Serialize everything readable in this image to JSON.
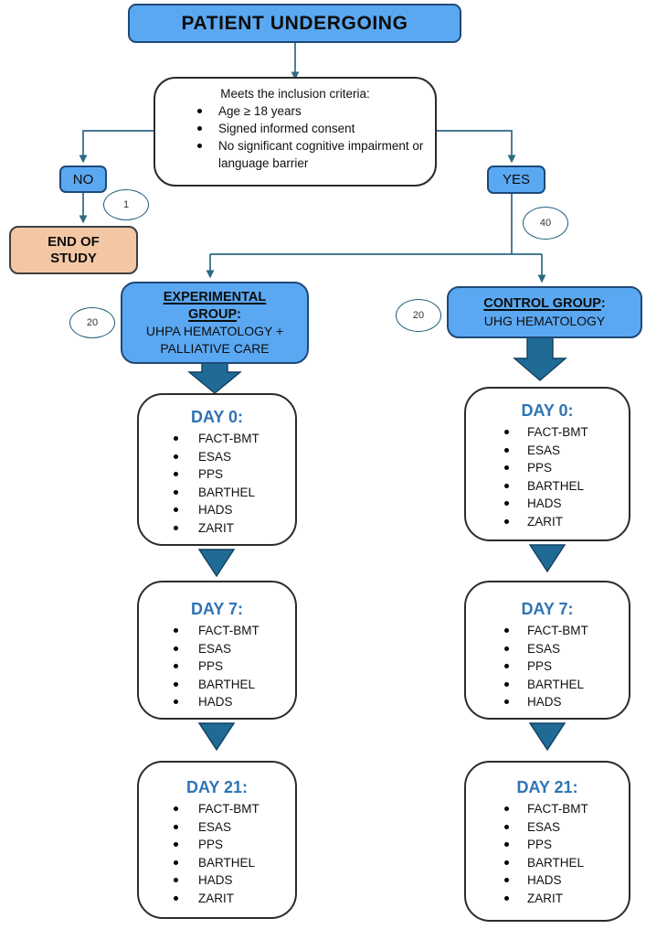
{
  "colors": {
    "box-blue": "#5BA8F2",
    "box-blue-border": "#1E4976",
    "panel-border": "#2B2B2B",
    "end-fill": "#F4C7A4",
    "end-border": "#3F3F3F",
    "connector": "#2E6884",
    "solid-arrow": "#1F6B96",
    "solid-arrow-border": "#123F5E",
    "day-title": "#2E74B5",
    "ellipse-border": "#1F5C7A"
  },
  "header": {
    "title": "PATIENT UNDERGOING"
  },
  "criteria": {
    "heading": "Meets the inclusion criteria:",
    "items": [
      "Age ≥ 18 years",
      "Signed informed consent",
      "No significant cognitive impairment or language barrier"
    ]
  },
  "branches": {
    "no_label": "NO",
    "no_count": "1",
    "yes_label": "YES",
    "yes_count": "40",
    "end_line1": "END OF",
    "end_line2": "STUDY"
  },
  "groups": {
    "experimental": {
      "count": "20",
      "title_line1": "EXPERIMENTAL",
      "title_line2": "GROUP",
      "title_colon": ":",
      "subtitle_line1": "UHPA HEMATOLOGY +",
      "subtitle_line2": "PALLIATIVE CARE"
    },
    "control": {
      "count": "20",
      "title": "CONTROL GROUP",
      "title_colon": ":",
      "subtitle": "UHG HEMATOLOGY"
    }
  },
  "timeline": {
    "experimental": [
      {
        "title": "DAY 0:",
        "items": [
          "FACT-BMT",
          "ESAS",
          "PPS",
          "BARTHEL",
          "HADS",
          "ZARIT"
        ]
      },
      {
        "title": "DAY 7:",
        "items": [
          "FACT-BMT",
          "ESAS",
          "PPS",
          "BARTHEL",
          "HADS"
        ]
      },
      {
        "title": "DAY 21:",
        "items": [
          "FACT-BMT",
          "ESAS",
          "PPS",
          "BARTHEL",
          "HADS",
          "ZARIT"
        ]
      }
    ],
    "control": [
      {
        "title": "DAY 0:",
        "items": [
          "FACT-BMT",
          "ESAS",
          "PPS",
          "BARTHEL",
          "HADS",
          "ZARIT"
        ]
      },
      {
        "title": "DAY 7:",
        "items": [
          "FACT-BMT",
          "ESAS",
          "PPS",
          "BARTHEL",
          "HADS"
        ]
      },
      {
        "title": "DAY 21:",
        "items": [
          "FACT-BMT",
          "ESAS",
          "PPS",
          "BARTHEL",
          "HADS",
          "ZARIT"
        ]
      }
    ]
  }
}
